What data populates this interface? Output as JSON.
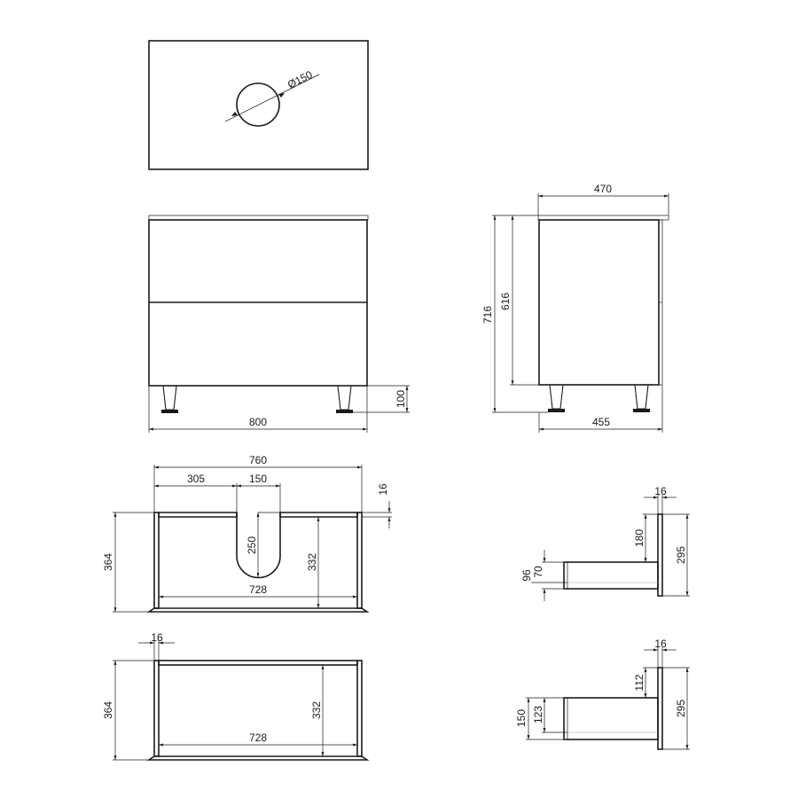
{
  "drawing": {
    "type": "furniture technical drawing (vanity cabinet)",
    "line_color": "#1a1a1a",
    "background": "#ffffff"
  },
  "top_view": {
    "hole_diameter_label": "Ø150"
  },
  "front_view": {
    "width_label": "800",
    "leg_height_label": "100"
  },
  "side_view": {
    "top_depth_label": "470",
    "body_depth_label": "455",
    "total_height_label": "716",
    "body_height_label": "616"
  },
  "drawer_top_plan": {
    "outer_width_label": "760",
    "cutout_offset_label": "305",
    "cutout_width_label": "150",
    "panel_thickness_label": "16",
    "outer_depth_label": "364",
    "cutout_depth_label": "250",
    "inner_depth_label": "332",
    "inner_width_label": "728"
  },
  "drawer_bottom_plan": {
    "panel_thickness_label": "16",
    "outer_depth_label": "364",
    "inner_depth_label": "332",
    "inner_width_label": "728"
  },
  "drawer_top_section": {
    "panel_thickness_label": "16",
    "upper_gap_label": "180",
    "front_height_label": "295",
    "side_height_label": "96",
    "inner_height_label": "70"
  },
  "drawer_bottom_section": {
    "panel_thickness_label": "16",
    "upper_gap_label": "112",
    "front_height_label": "295",
    "side_height_label": "150",
    "inner_height_label": "123"
  }
}
